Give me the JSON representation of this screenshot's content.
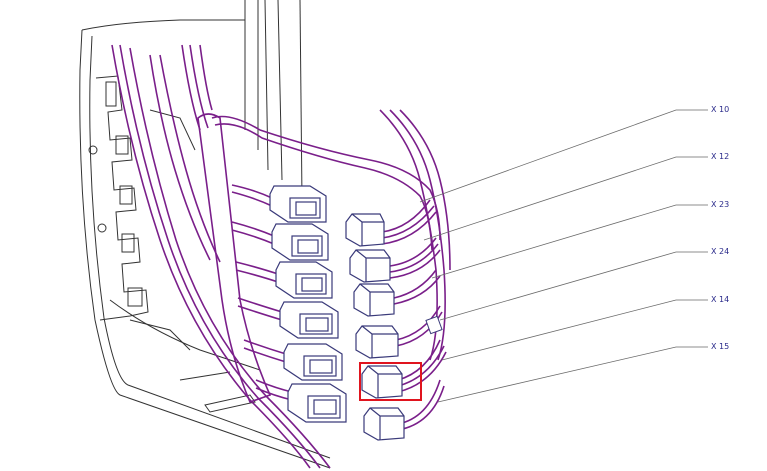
{
  "diagram": {
    "colors": {
      "wire": "#7a1f8a",
      "connector": "#3a3a7a",
      "structure": "#333333",
      "leader": "#6a6a6a",
      "label": "#2a2a8a",
      "highlight": "#e0141e"
    },
    "connectors": [
      {
        "label": "X 10"
      },
      {
        "label": "X 12"
      },
      {
        "label": "X 23"
      },
      {
        "label": "X 24"
      },
      {
        "label": "X 14"
      },
      {
        "label": "X 15"
      }
    ],
    "highlighted_connector": "X 14"
  }
}
